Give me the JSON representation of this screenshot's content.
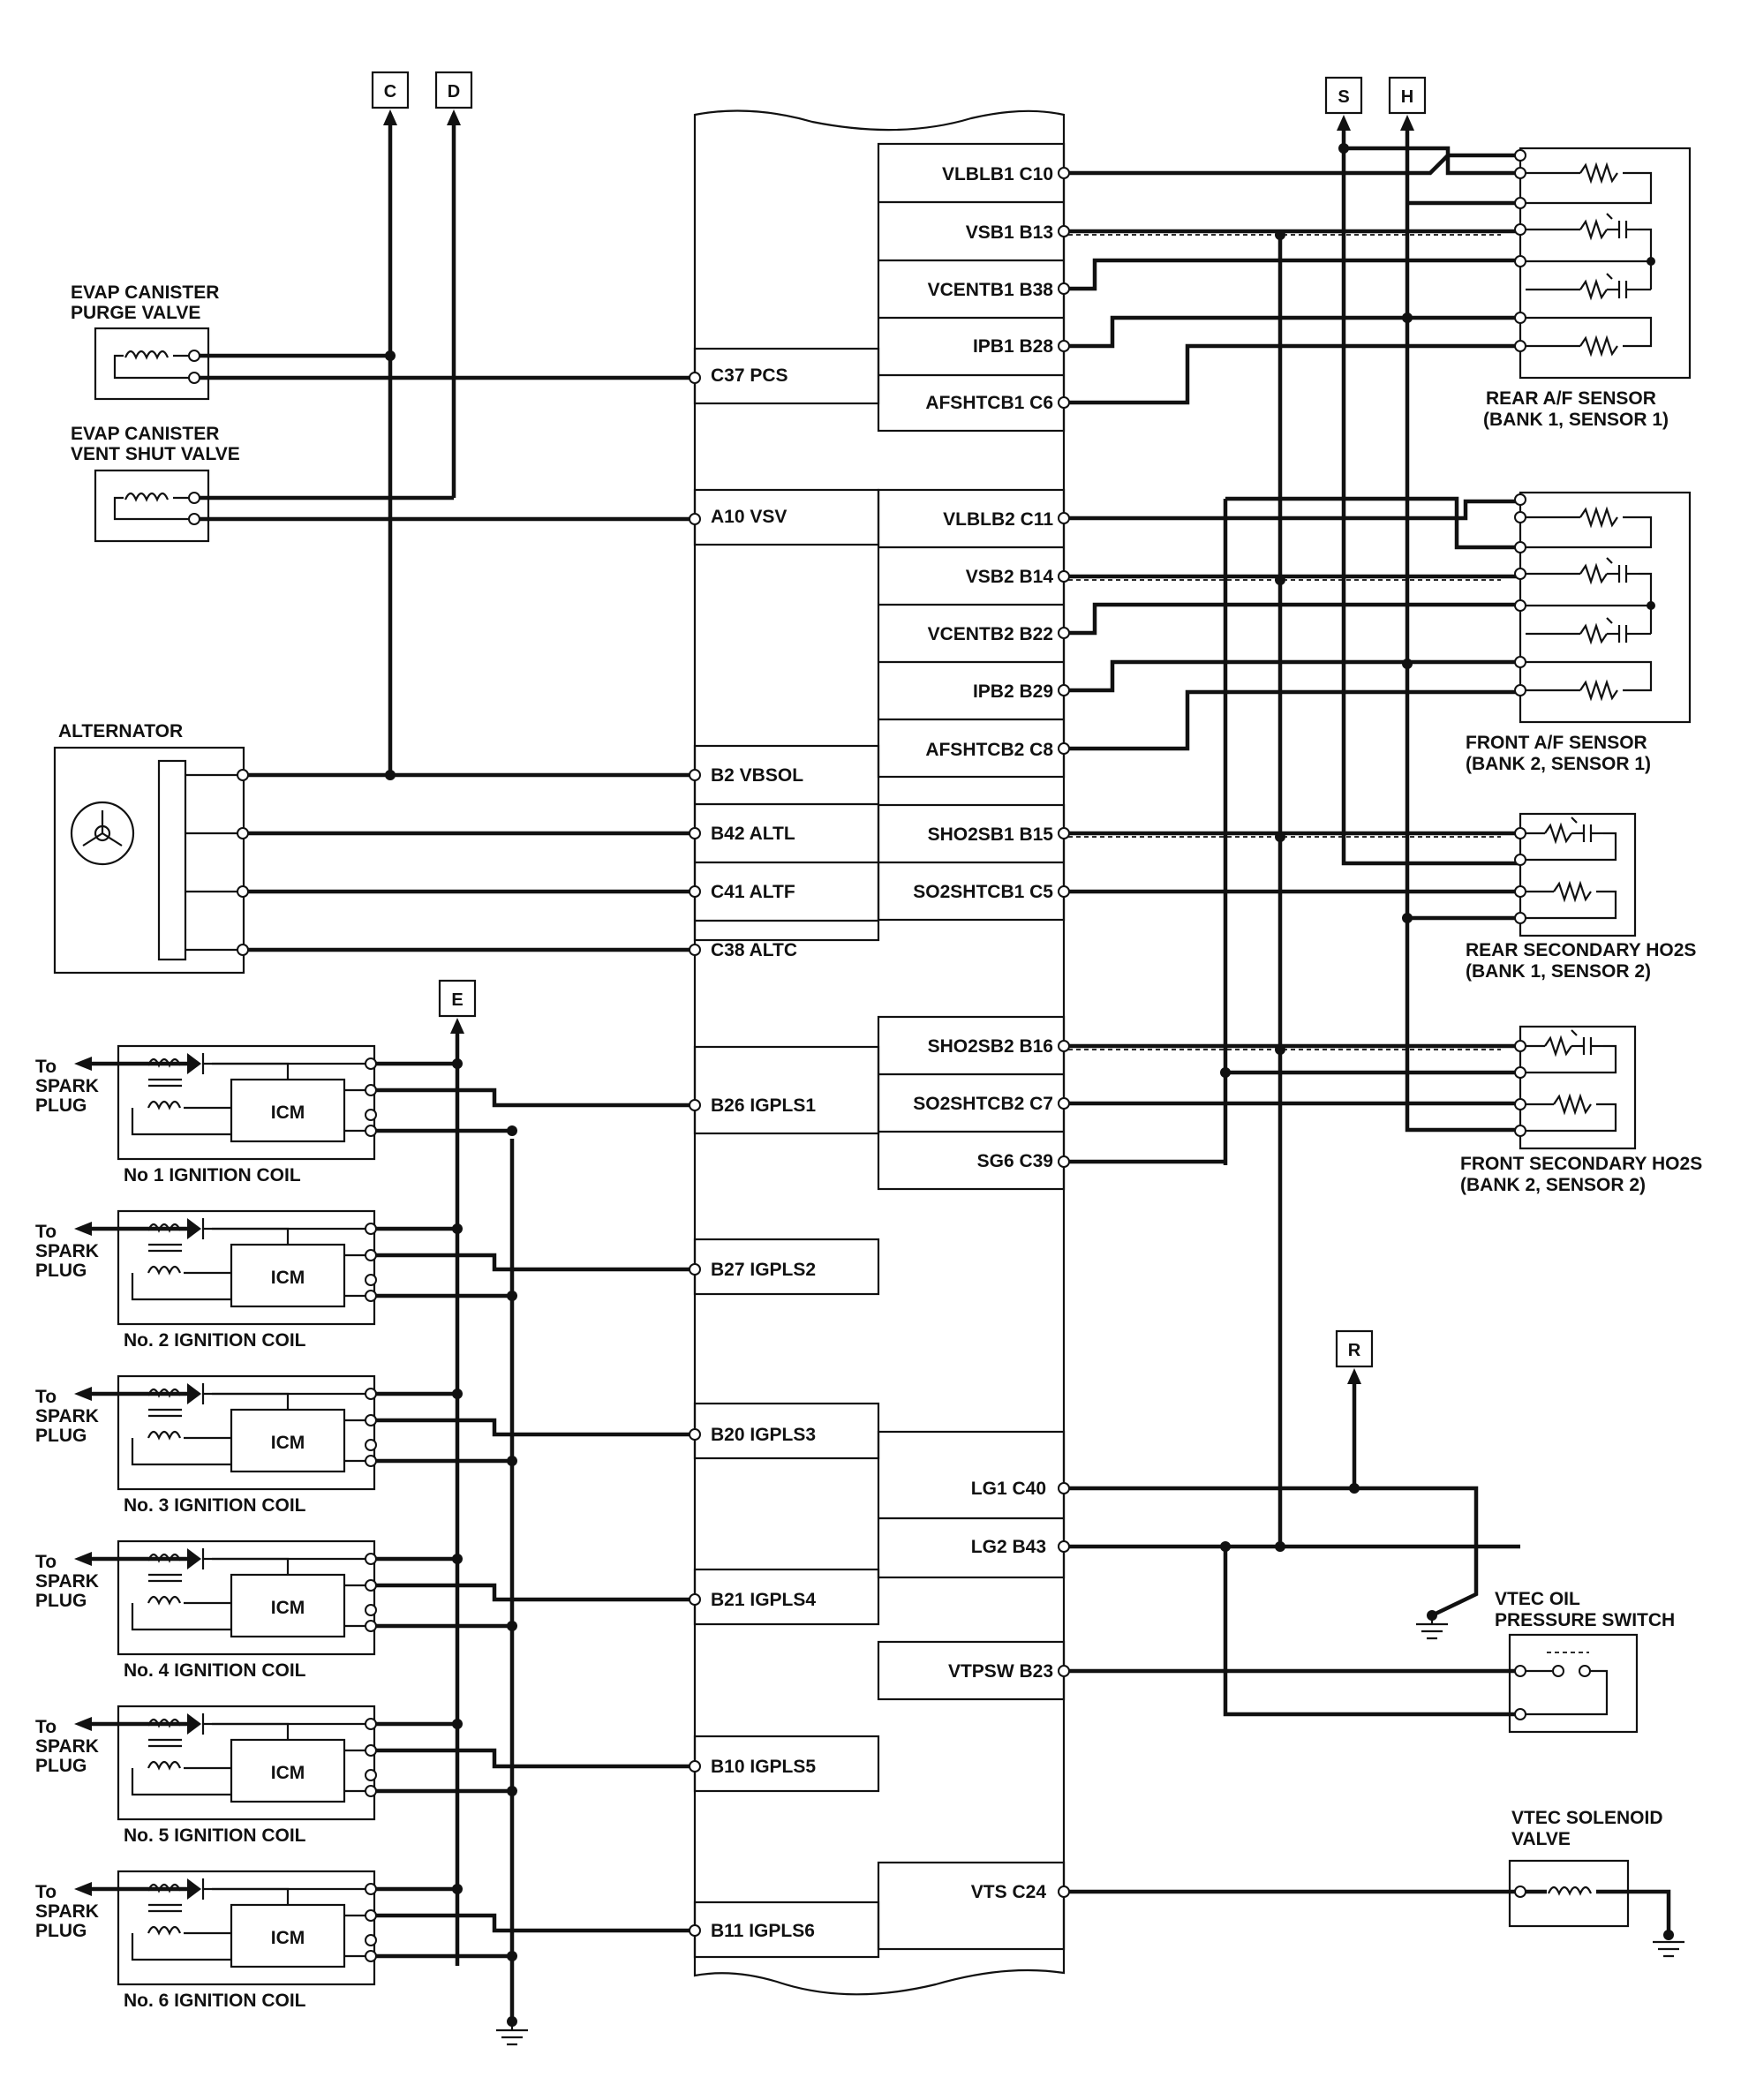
{
  "terminals": {
    "C": "C",
    "D": "D",
    "S": "S",
    "H": "H",
    "E": "E",
    "R": "R"
  },
  "components": {
    "purge_valve": [
      "EVAP CANISTER",
      "PURGE VALVE"
    ],
    "vent_valve": [
      "EVAP CANISTER",
      "VENT SHUT VALVE"
    ],
    "alternator": "ALTERNATOR",
    "rear_af": [
      "REAR A/F SENSOR",
      "(BANK 1, SENSOR 1)"
    ],
    "front_af": [
      "FRONT A/F SENSOR",
      "(BANK 2, SENSOR 1)"
    ],
    "rear_ho2s": [
      "REAR SECONDARY HO2S",
      "(BANK 1, SENSOR 2)"
    ],
    "front_ho2s": [
      "FRONT SECONDARY HO2S",
      "(BANK 2, SENSOR 2)"
    ],
    "vtec_psw": [
      "VTEC OIL",
      "PRESSURE SWITCH"
    ],
    "vtec_sol": [
      "VTEC SOLENOID",
      "VALVE"
    ]
  },
  "coils": [
    {
      "name": "No  1 IGNITION COIL",
      "to": [
        "To",
        "SPARK",
        "PLUG"
      ],
      "icm": "ICM"
    },
    {
      "name": "No. 2 IGNITION COIL",
      "to": [
        "To",
        "SPARK",
        "PLUG"
      ],
      "icm": "ICM"
    },
    {
      "name": "No. 3 IGNITION COIL",
      "to": [
        "To",
        "SPARK",
        "PLUG"
      ],
      "icm": "ICM"
    },
    {
      "name": "No. 4 IGNITION COIL",
      "to": [
        "To",
        "SPARK",
        "PLUG"
      ],
      "icm": "ICM"
    },
    {
      "name": "No. 5 IGNITION COIL",
      "to": [
        "To",
        "SPARK",
        "PLUG"
      ],
      "icm": "ICM"
    },
    {
      "name": "No. 6 IGNITION COIL",
      "to": [
        "To",
        "SPARK",
        "PLUG"
      ],
      "icm": "ICM"
    }
  ],
  "ecm_left_pins": [
    "C37 PCS",
    "A10 VSV",
    "B2 VBSOL",
    "B42 ALTL",
    "C41 ALTF",
    "C38 ALTC",
    "B26 IGPLS1",
    "B27 IGPLS2",
    "B20 IGPLS3",
    "B21 IGPLS4",
    "B10 IGPLS5",
    "B11 IGPLS6"
  ],
  "ecm_right_pins": [
    "VLBLB1 C10",
    "VSB1 B13",
    "VCENTB1 B38",
    "IPB1 B28",
    "AFSHTCB1 C6",
    "VLBLB2 C11",
    "VSB2 B14",
    "VCENTB2 B22",
    "IPB2 B29",
    "AFSHTCB2 C8",
    "SHO2SB1 B15",
    "SO2SHTCB1 C5",
    "SHO2SB2 B16",
    "SO2SHTCB2 C7",
    "SG6 C39",
    "LG1 C40",
    "LG2 B43",
    "VTPSW B23",
    "VTS C24"
  ]
}
